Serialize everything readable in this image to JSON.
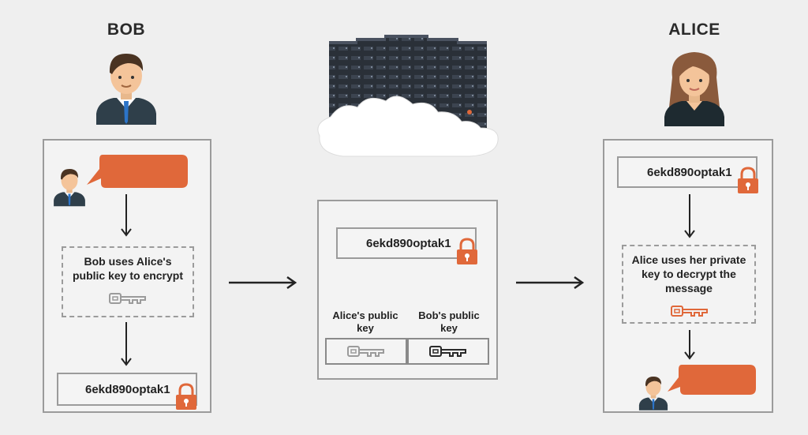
{
  "bob": {
    "name": "BOB",
    "step_text": "Bob uses Alice's public key to encrypt",
    "ciphertext": "6ekd890optak1"
  },
  "alice": {
    "name": "ALICE",
    "ciphertext": "6ekd890optak1",
    "step_text": "Alice uses her private key to decrypt the message"
  },
  "server": {
    "ciphertext": "6ekd890optak1",
    "alice_key_label": "Alice's public key",
    "bob_key_label": "Bob's public key"
  },
  "colors": {
    "accent": "#e0683a",
    "border": "#9b9b9b",
    "background": "#efefef",
    "suit": "#2f3f4a",
    "hair_bob": "#4a3322",
    "hair_alice": "#8a5a3c",
    "skin": "#f4c49a"
  },
  "icons": [
    "person-icon",
    "speech-bubble-icon",
    "arrow-down-icon",
    "arrow-right-icon",
    "key-icon",
    "lock-icon",
    "server-rack-icon",
    "cloud-icon"
  ]
}
